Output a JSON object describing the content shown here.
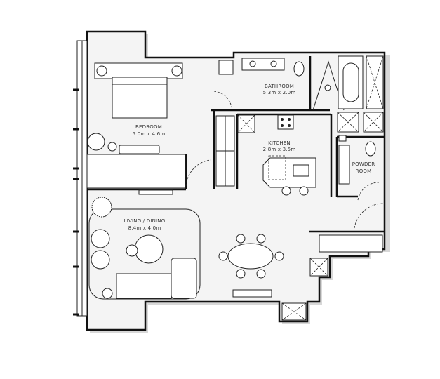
{
  "rooms": {
    "bedroom": {
      "name": "BEDROOM",
      "size": "5.0m x 4.6m"
    },
    "bathroom": {
      "name": "BATHROOM",
      "size": "5.3m x 2.0m"
    },
    "kitchen": {
      "name": "KITCHEN",
      "size": "2.8m x 3.5m"
    },
    "powder_room": {
      "name_line1": "POWDER",
      "name_line2": "ROOM"
    },
    "living_dining": {
      "name": "LIVING / DINING",
      "size": "8.4m x 4.0m"
    }
  }
}
